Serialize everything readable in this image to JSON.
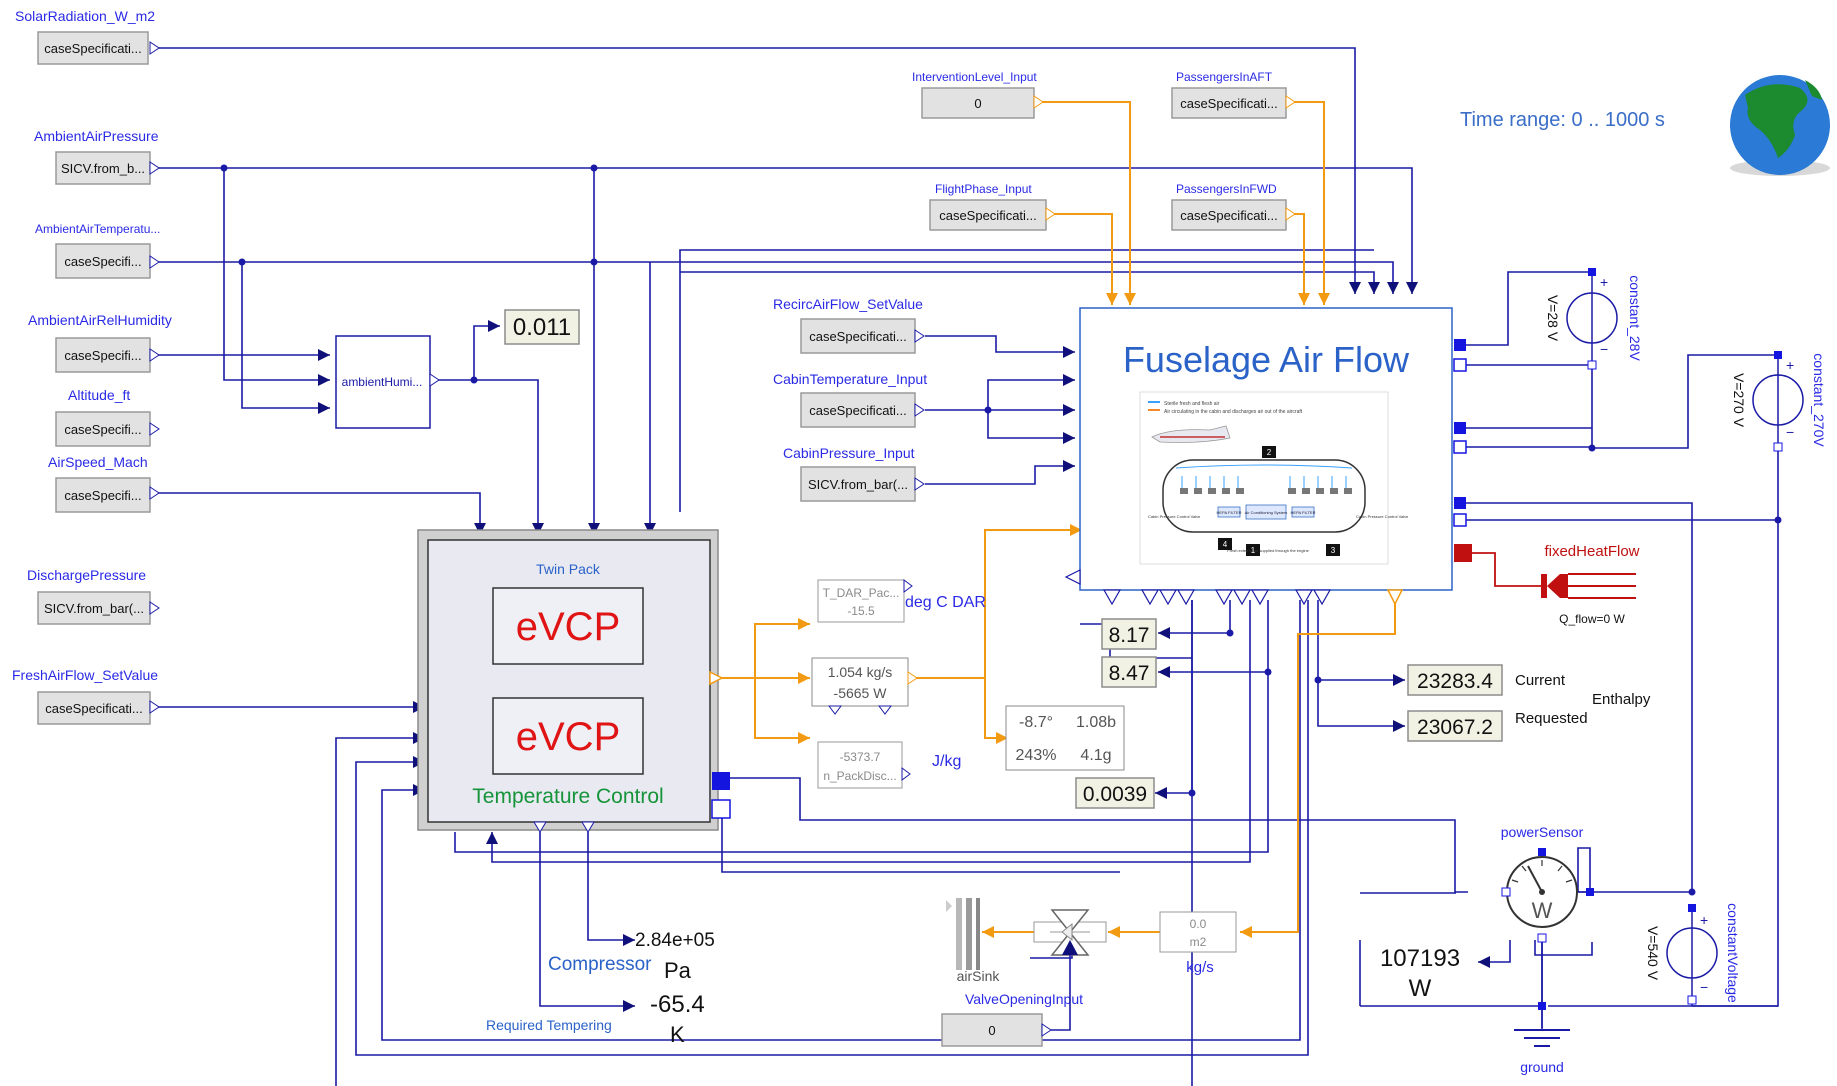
{
  "inputs": {
    "solar": {
      "label": "SolarRadiation_W_m2",
      "value": "caseSpecificati..."
    },
    "ambient_pressure": {
      "label": "AmbientAirPressure",
      "value": "SICV.from_b..."
    },
    "ambient_temp": {
      "label": "AmbientAirTemperatu...",
      "value": "caseSpecifi..."
    },
    "ambient_humidity": {
      "label": "AmbientAirRelHumidity",
      "value": "caseSpecifi..."
    },
    "altitude": {
      "label": "Altitude_ft",
      "value": "caseSpecifi..."
    },
    "airspeed": {
      "label": "AirSpeed_Mach",
      "value": "caseSpecifi..."
    },
    "discharge": {
      "label": "DischargePressure",
      "value": "SICV.from_bar(..."
    },
    "freshair": {
      "label": "FreshAirFlow_SetValue",
      "value": "caseSpecificati..."
    },
    "intervention": {
      "label": "InterventionLevel_Input",
      "value": "0"
    },
    "pax_aft": {
      "label": "PassengersInAFT",
      "value": "caseSpecificati..."
    },
    "flight_phase": {
      "label": "FlightPhase_Input",
      "value": "caseSpecificati..."
    },
    "pax_fwd": {
      "label": "PassengersInFWD",
      "value": "caseSpecificati..."
    },
    "recirc": {
      "label": "RecircAirFlow_SetValue",
      "value": "caseSpecificati..."
    },
    "cabin_temp": {
      "label": "CabinTemperature_Input",
      "value": "caseSpecificati..."
    },
    "cabin_pressure": {
      "label": "CabinPressure_Input",
      "value": "SICV.from_bar(..."
    },
    "valve": {
      "label": "ValveOpeningInput",
      "value": "0"
    }
  },
  "humidity_block": {
    "label": "ambientHumi..."
  },
  "humidity_display": "0.011",
  "time_range": "Time range: 0 .. 1000 s",
  "pack": {
    "title": "Twin Pack",
    "evcp1": "eVCP",
    "evcp2": "eVCP",
    "subtitle": "Temperature Control"
  },
  "fuselage": {
    "title": "Fuselage Air Flow",
    "legend1": "Sterile fresh and flesh air",
    "legend2": "Air circulating in the cabin and discharges air out of the aircraft",
    "filter1": "HEPA FILTER",
    "filter2": "Air Conditioning System",
    "filter3": "HEPA FILTER",
    "badge2": "2",
    "badge4": "4",
    "badge1": "1",
    "badge3": "3",
    "cpv_left": "Cabin Pressure Control Valve",
    "cpv_right": "Cabin Pressure Control Valve",
    "fresh_note": "Fresh external air supplied through the engine"
  },
  "sensors": {
    "tdar": {
      "line1": "T_DAR_Pac...",
      "line2": "-15.5",
      "unit": "deg C DAR"
    },
    "flow": {
      "line1": "1.054 kg/s",
      "line2": "-5665 W"
    },
    "enthalpy": {
      "line1": "-5373.7",
      "line2": "n_PackDisc...",
      "unit": "J/kg"
    },
    "moist": {
      "tl": "-8.7°",
      "tr": "1.08b",
      "bl": "243%",
      "br": "4.1g"
    }
  },
  "displays": {
    "d817": "8.17",
    "d847": "8.47",
    "d0039": "0.0039",
    "current": "23283.4",
    "requested": "23067.2"
  },
  "enthalpy_labels": {
    "current": "Current",
    "requested": "Requested",
    "enthalpy": "Enthalpy"
  },
  "electrical": {
    "c28": {
      "name": "constant_28V",
      "value": "V=28 V"
    },
    "c270": {
      "name": "constant_270V",
      "value": "V=270 V"
    },
    "c540": {
      "name": "constantVoltage",
      "value": "V=540 V"
    },
    "heat": {
      "name": "fixedHeatFlow",
      "value": "Q_flow=0 W"
    },
    "power_sensor": {
      "name": "powerSensor",
      "glyph": "W"
    },
    "power_value": "107193",
    "power_unit": "W",
    "ground": "ground"
  },
  "compressor": {
    "label": "Compressor",
    "value": "2.84e+05",
    "unit": "Pa"
  },
  "tempering": {
    "label": "Required Tempering",
    "value": "-65.4",
    "unit": "K"
  },
  "sink": {
    "label": "airSink"
  },
  "mass_flow": {
    "top": "0.0",
    "bottom": "m2",
    "unit": "kg/s"
  }
}
